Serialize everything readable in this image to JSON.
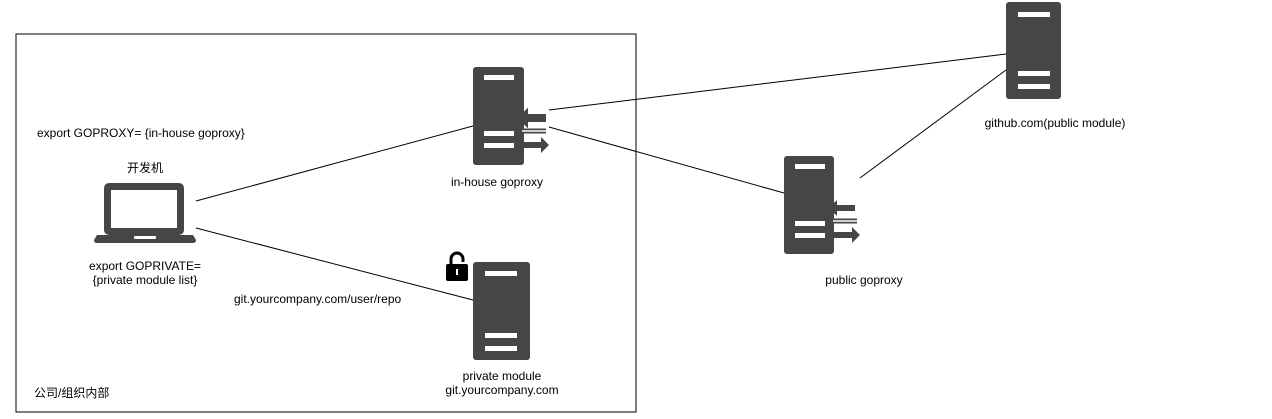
{
  "labels": {
    "env_goproxy": "export GOPROXY= {in-house goproxy}",
    "dev_machine": "开发机",
    "env_goprivate_line1": "export GOPRIVATE=",
    "env_goprivate_line2": "{private module list}",
    "repo_path": "git.yourcompany.com/user/repo",
    "org_internal": "公司/组织内部",
    "inhouse_goproxy": "in-house goproxy",
    "private_module_line1": "private module",
    "private_module_line2": "git.yourcompany.com",
    "public_goproxy": "public goproxy",
    "github": "github.com(public module)"
  },
  "icons": [
    "laptop-icon",
    "server-proxy-icon",
    "server-icon",
    "padlock-icon"
  ],
  "colors": {
    "icon": "#464646",
    "line": "#000000",
    "text": "#000000"
  }
}
